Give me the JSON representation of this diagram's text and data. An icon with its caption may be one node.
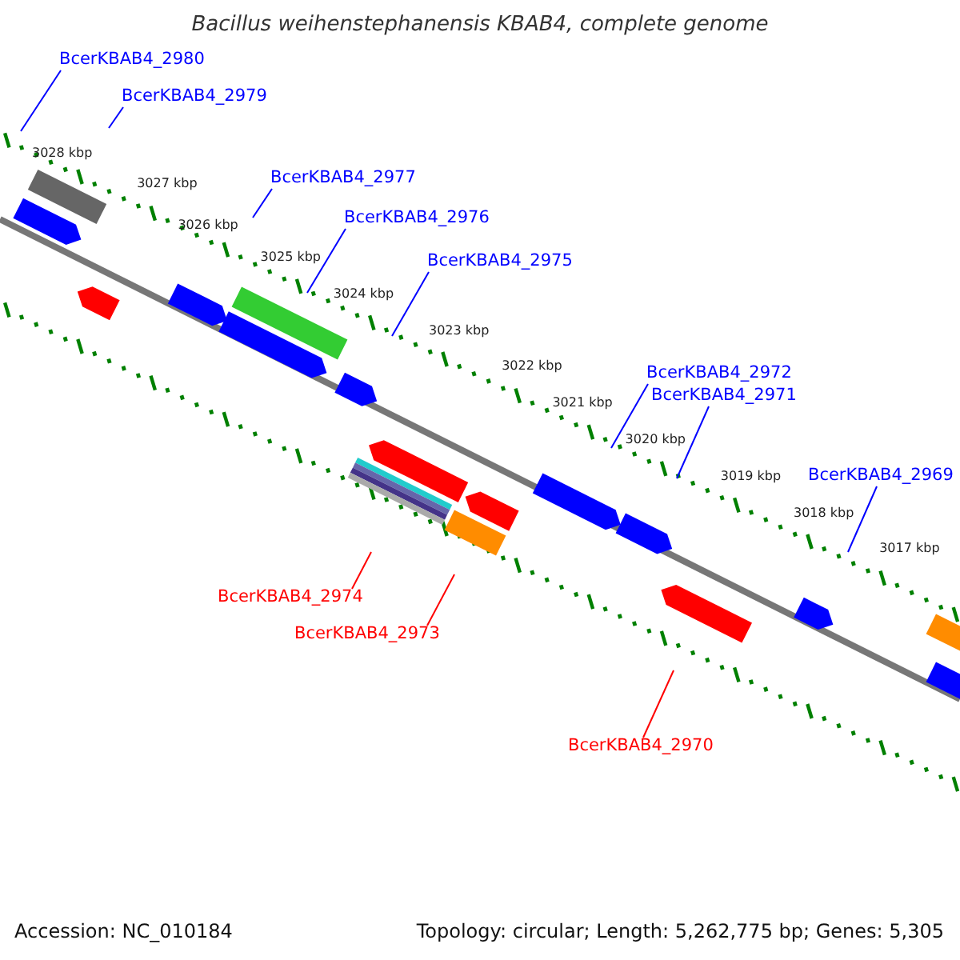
{
  "diagram": {
    "title": "Bacillus weihenstephanensis KBAB4, complete genome",
    "nodes": [
      {
        "text": [
          "BcerKBAB4_2980"
        ]
      },
      {
        "text": [
          "BcerKBAB4_2979"
        ]
      },
      {
        "text": [
          "BcerKBAB4_2977"
        ]
      },
      {
        "text": [
          "BcerKBAB4_2976"
        ]
      },
      {
        "text": [
          "BcerKBAB4_2975"
        ]
      },
      {
        "text": [
          "BcerKBAB4_2972"
        ]
      },
      {
        "text": [
          "BcerKBAB4_2971"
        ]
      },
      {
        "text": [
          "BcerKBAB4_2969"
        ]
      },
      {
        "text": [
          "BcerKBAB4_2974"
        ]
      },
      {
        "text": [
          "BcerKBAB4_2973"
        ]
      },
      {
        "text": [
          "BcerKBAB4_2970"
        ]
      },
      {
        "text": [],
        "shape": "bar"
      }
    ],
    "edges": [
      {
        "from": 0,
        "to": null,
        "arrow": "none"
      },
      {
        "from": 1,
        "to": null,
        "arrow": "none"
      },
      {
        "from": 2,
        "to": null,
        "arrow": "none"
      },
      {
        "from": 3,
        "to": null,
        "arrow": "none"
      },
      {
        "from": 4,
        "to": null,
        "arrow": "none"
      },
      {
        "from": 5,
        "to": null,
        "arrow": "none"
      },
      {
        "from": 6,
        "to": null,
        "arrow": "none"
      },
      {
        "from": 7,
        "to": null,
        "arrow": "none"
      },
      {
        "from": 8,
        "to": null,
        "arrow": "none",
        "color": "#ff0000"
      },
      {
        "from": 9,
        "to": null,
        "arrow": "none",
        "color": "#ff0000"
      },
      {
        "from": 10,
        "to": null,
        "arrow": "none",
        "color": "#ff0000"
      }
    ],
    "labels": [
      "3028 kbp",
      "3027 kbp",
      "3026 kbp",
      "3025 kbp",
      "3024 kbp",
      "3023 kbp",
      "3022 kbp",
      "3021 kbp",
      "3020 kbp",
      "3019 kbp",
      "3018 kbp",
      "3017 kbp",
      "Accession: NC_010184",
      "Topology: circular; Length: 5,262,775 bp; Genes: 5,305"
    ]
  }
}
